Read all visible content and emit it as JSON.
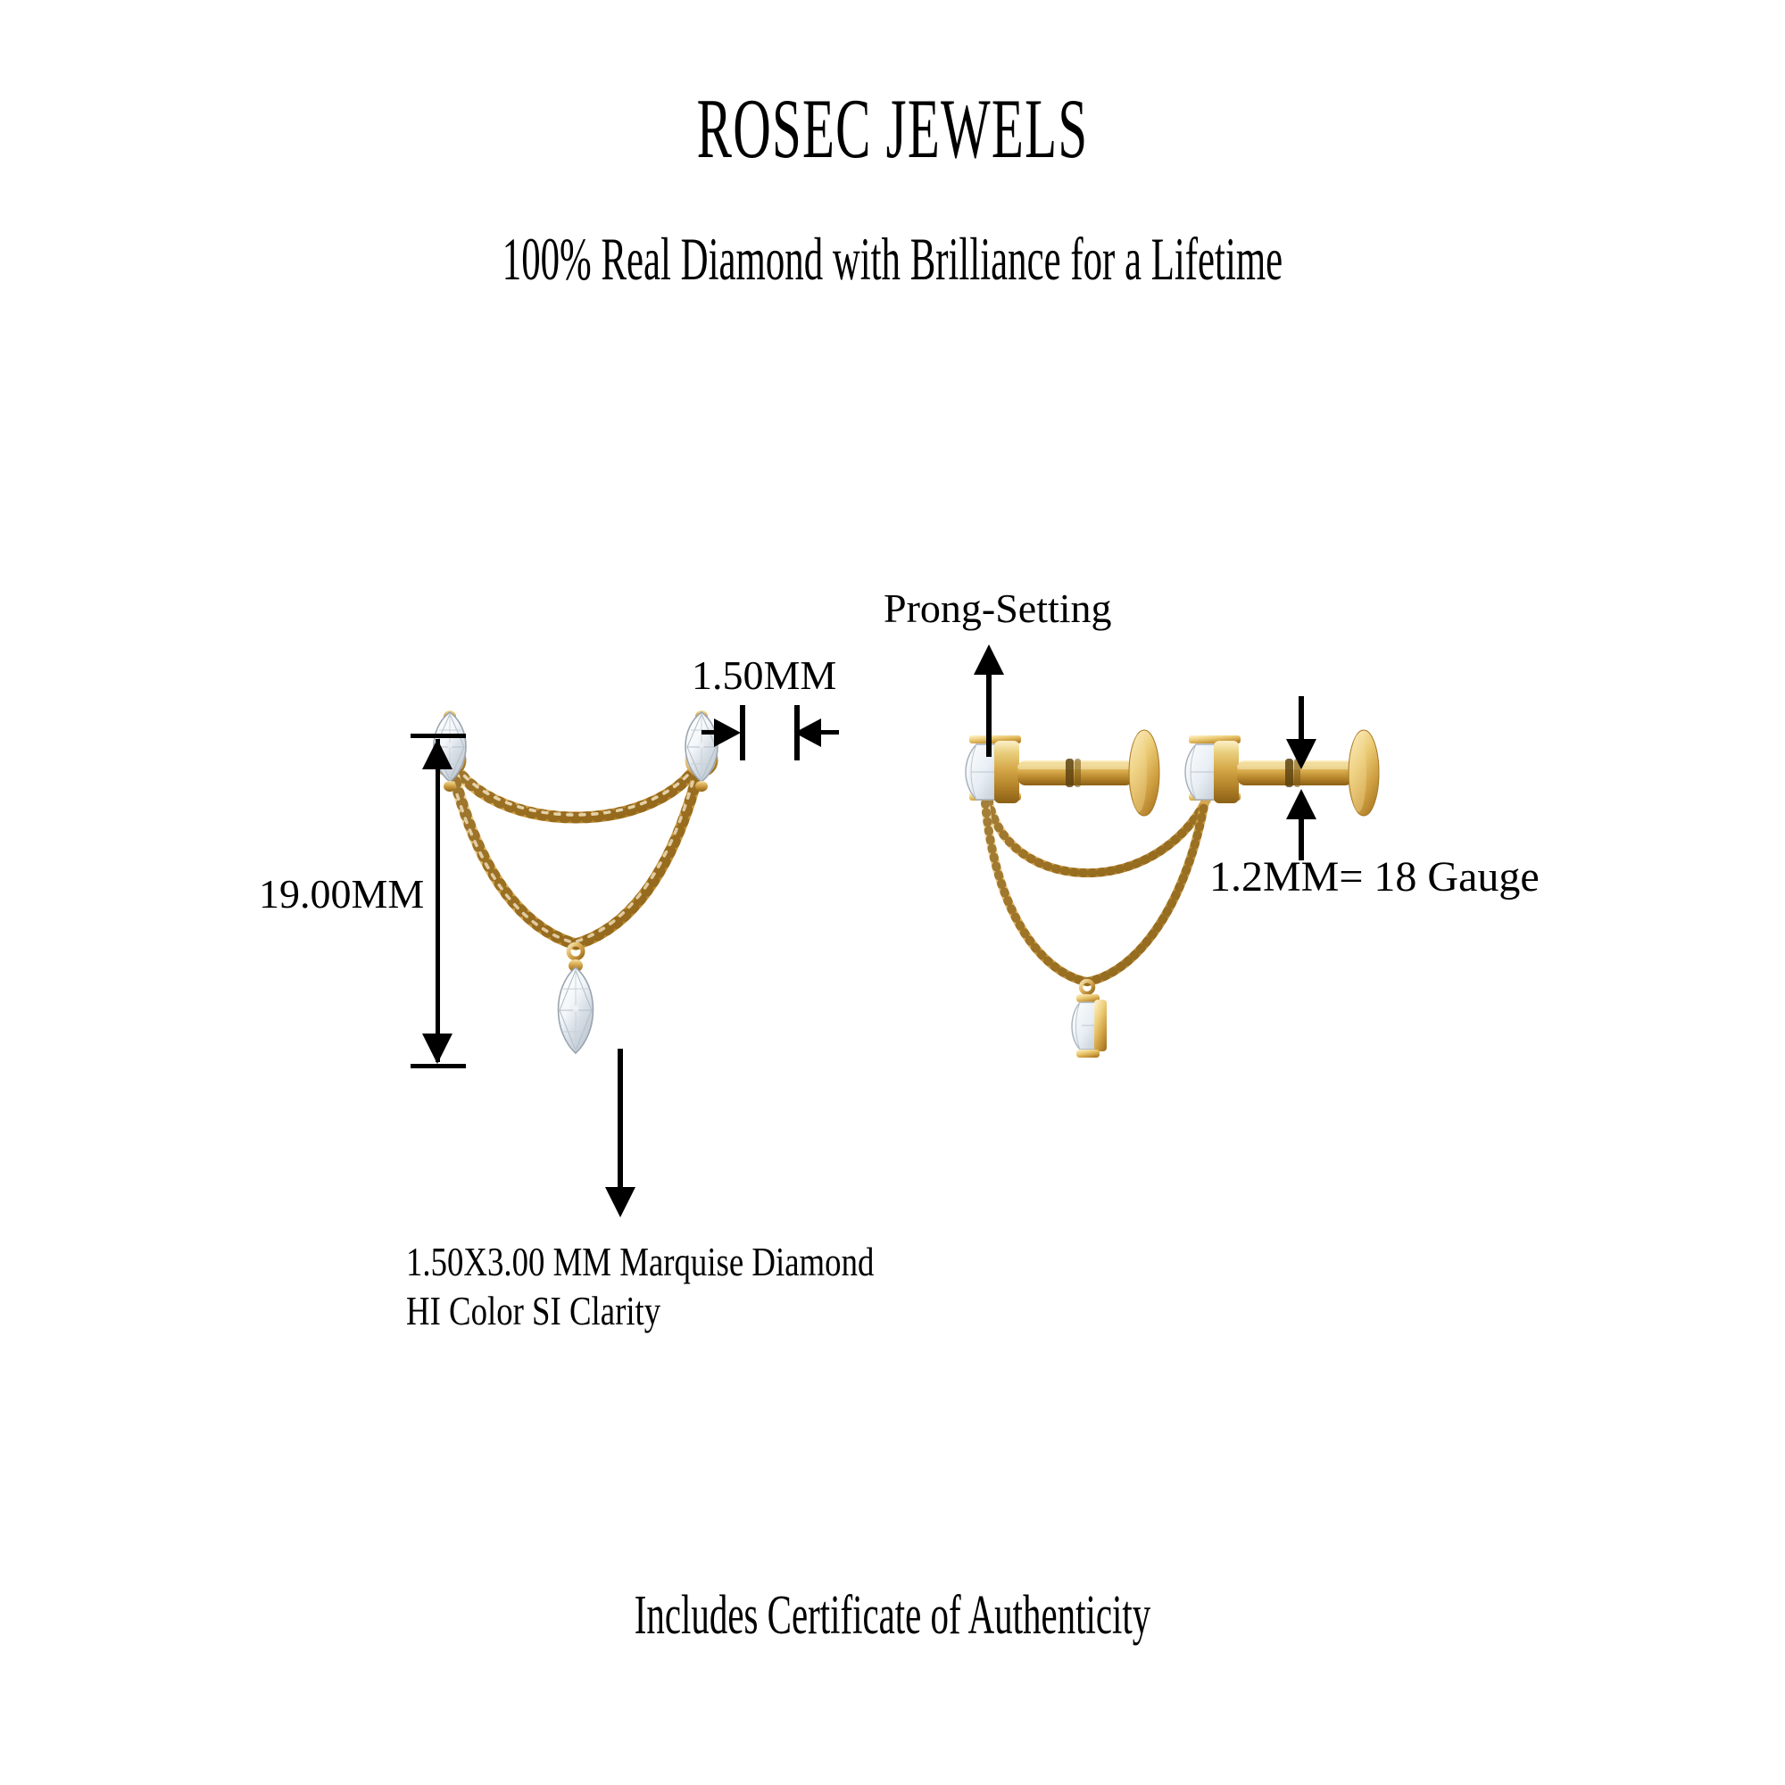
{
  "header": {
    "brand": "ROSEC JEWELS",
    "tagline": "100% Real Diamond with Brilliance for a Lifetime"
  },
  "annotations": {
    "height_dimension": "19.00MM",
    "stone_width_dimension": "1.50MM",
    "setting_callout": "Prong-Setting",
    "gauge_callout": "1.2MM=  18 Gauge",
    "stone_spec_line1": "1.50X3.00 MM Marquise Diamond",
    "stone_spec_line2": "HI Color SI Clarity"
  },
  "footer": {
    "certificate_note": "Includes Certificate of Authenticity"
  },
  "colors": {
    "background": "#ffffff",
    "text": "#000000",
    "gold_light": "#f0d28a",
    "gold_mid": "#d8a74c",
    "gold_dark": "#b07f2c",
    "gold_deep": "#8d6318",
    "diamond_light": "#ffffff",
    "diamond_shade": "#cfd6dd",
    "diamond_edge": "#9aa5b1"
  },
  "product": {
    "front_view_label": "front-view-chain-earring",
    "side_view_label": "side-view-flat-back-labret",
    "stone_shape": "marquise",
    "stone_count_front": 3,
    "chain_strands": 2,
    "post_count_side": 2
  }
}
